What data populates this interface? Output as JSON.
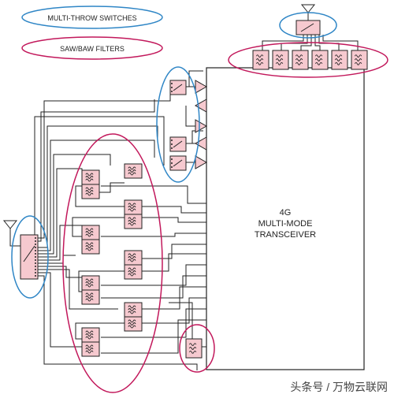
{
  "legend": {
    "switches_label": "MULTI-THROW SWITCHES",
    "filters_label": "SAW/BAW FILTERS"
  },
  "transceiver": {
    "line1": "4G",
    "line2": "MULTI-MODE",
    "line3": "TRANSCEIVER"
  },
  "watermark": "头条号 / 万物云联网",
  "colors": {
    "switch_outline": "#2f86c6",
    "filter_outline": "#c2185b",
    "component_fill": "#f6c9cf",
    "wire": "#222222"
  }
}
